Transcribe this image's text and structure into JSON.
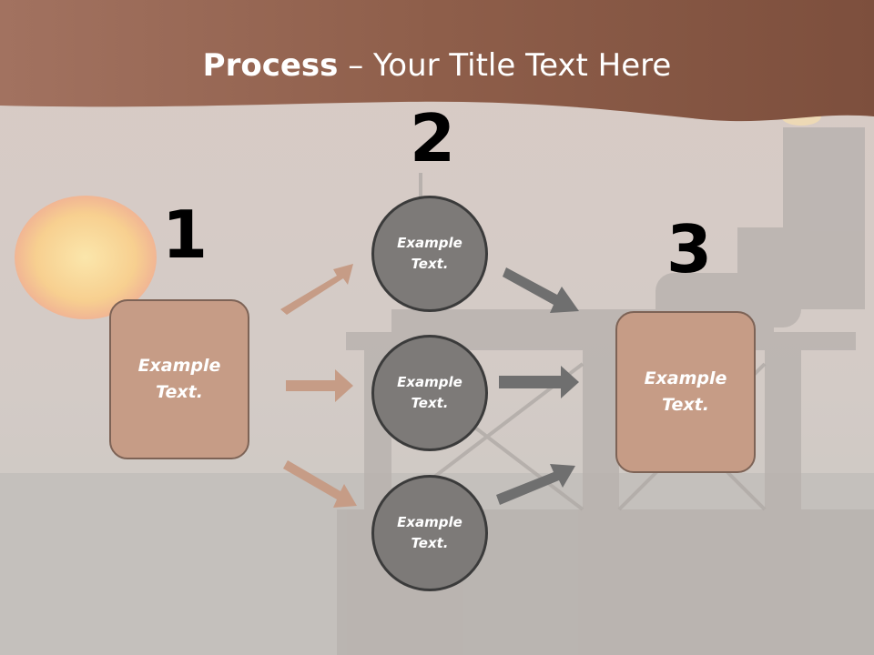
{
  "slide": {
    "title_bold": "Process",
    "title_dash": " – ",
    "title_rest": "Your Title Text Here"
  },
  "steps": [
    {
      "number": "1",
      "label": "Example\nText."
    },
    {
      "number": "2",
      "label": "Example\nText."
    },
    {
      "number": "3",
      "label": "Example\nText."
    }
  ],
  "circles": [
    {
      "label": "Example\nText."
    },
    {
      "label": "Example\nText."
    },
    {
      "label": "Example\nText."
    }
  ],
  "colors": {
    "box_fill": "#c69c86",
    "box_border": "#7d6356",
    "circle_fill": "#7d7a78",
    "circle_border": "#3b3b3b",
    "arrow_left": "#c69c86",
    "arrow_right": "#6f6f6f",
    "banner": "#9a6a56"
  }
}
